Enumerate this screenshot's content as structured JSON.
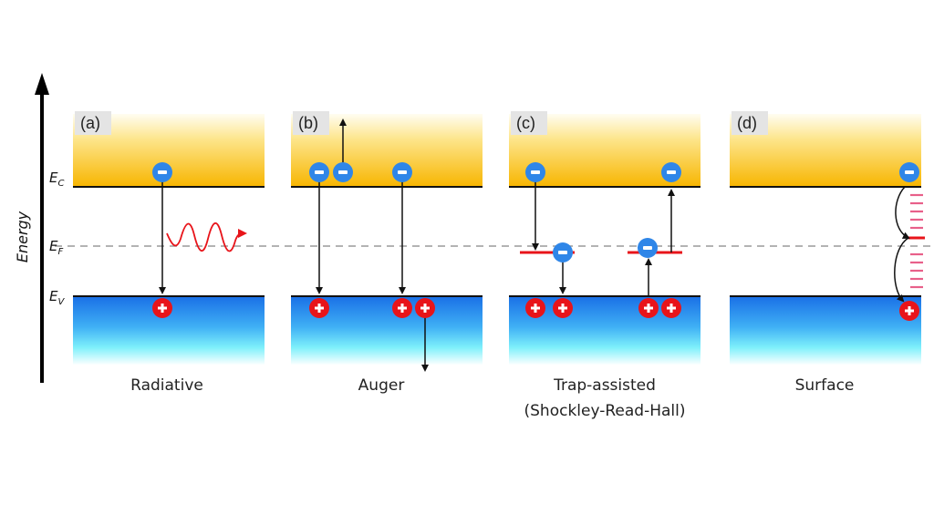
{
  "figure": {
    "axis_label": "Energy",
    "levels": {
      "conduction": {
        "symbol": "E",
        "subscript": "C"
      },
      "fermi": {
        "symbol": "E",
        "subscript": "F"
      },
      "valence": {
        "symbol": "E",
        "subscript": "V"
      }
    },
    "colors": {
      "conduction_band_top": "#fffbe8",
      "conduction_band_bottom": "#f7b500",
      "valence_band_top": "#1a6fe6",
      "valence_band_bottom": "#f4ffff",
      "electron": "#2f86e8",
      "hole": "#e8141a",
      "trap_level": "#e8141a",
      "surface_states": "#e8608a",
      "photon": "#e8141a",
      "fermi_line": "#9a9a9a",
      "tag_background": "#e4e4e4"
    },
    "electron_sign": "-",
    "hole_sign": "+",
    "panels": [
      {
        "tag": "(a)",
        "caption": "Radiative",
        "caption_line2": ""
      },
      {
        "tag": "(b)",
        "caption": "Auger",
        "caption_line2": ""
      },
      {
        "tag": "(c)",
        "caption": "Trap-assisted",
        "caption_line2": "(Shockley-Read-Hall)"
      },
      {
        "tag": "(d)",
        "caption": "Surface",
        "caption_line2": ""
      }
    ]
  }
}
